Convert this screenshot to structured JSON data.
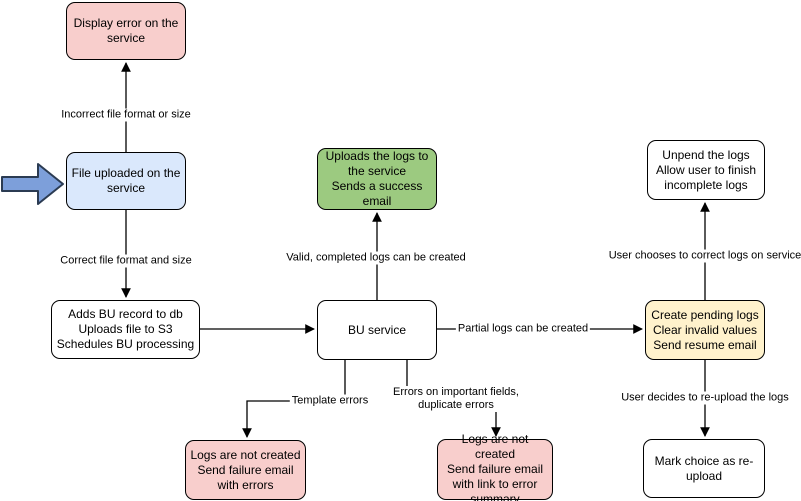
{
  "diagram_type": "flowchart",
  "nodes": {
    "display_error": {
      "label": "Display error on the\nservice",
      "color": "pink"
    },
    "file_uploaded": {
      "label": "File uploaded on the\nservice",
      "color": "blue"
    },
    "adds_bu_record": {
      "label": "Adds BU record to db\nUploads file to S3\nSchedules BU processing",
      "color": "white"
    },
    "bu_service": {
      "label": "BU service",
      "color": "white"
    },
    "uploads_logs": {
      "label": "Uploads the logs to\nthe service\nSends a success\nemail",
      "color": "green"
    },
    "create_pending": {
      "label": "Create pending logs\nClear invalid values\nSend resume email",
      "color": "yellow"
    },
    "unpend_logs": {
      "label": "Unpend the logs\nAllow user to finish\nincomplete logs",
      "color": "white"
    },
    "mark_choice": {
      "label": "Mark choice as re-\nupload",
      "color": "white"
    },
    "logs_fail_errors": {
      "label": "Logs are not created\nSend failure email\nwith errors",
      "color": "pink"
    },
    "logs_fail_summary": {
      "label": "Logs are not created\nSend failure email\nwith link to error\nsummary",
      "color": "pink"
    }
  },
  "edge_labels": {
    "incorrect_file": "Incorrect file format or size",
    "correct_file": "Correct file format and size",
    "valid_logs": "Valid, completed logs can be created",
    "partial_logs": "Partial logs can be created",
    "template_errors": "Template errors",
    "field_errors": "Errors on important fields,\nduplicate errors",
    "user_corrects": "User chooses to correct logs on service",
    "user_reuploads": "User decides to re-upload the logs"
  },
  "colors": {
    "background": "#FFFFFF",
    "node_pink": "#F8CECC",
    "node_blue": "#DAE8FC",
    "node_green": "#9CCA80",
    "node_yellow": "#FFF2CC",
    "node_white": "#FFFFFF",
    "border": "#000000",
    "line": "#000000",
    "input_arrow_fill": "#7D9FDA",
    "input_arrow_stroke": "#2B3B52"
  }
}
